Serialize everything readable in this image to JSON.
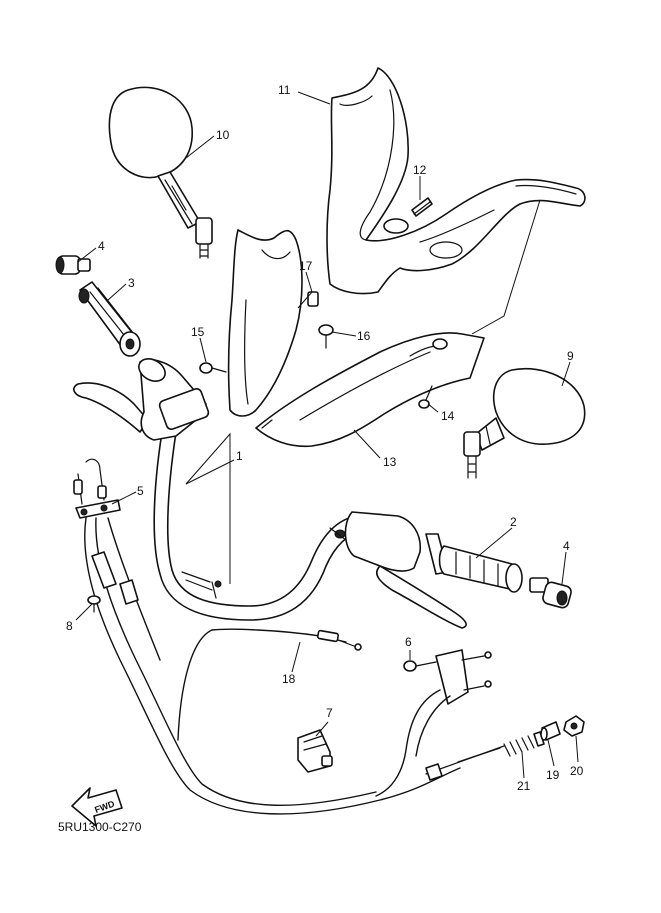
{
  "diagram": {
    "callouts": [
      {
        "id": "1",
        "label": "1"
      },
      {
        "id": "2",
        "label": "2"
      },
      {
        "id": "3",
        "label": "3"
      },
      {
        "id": "4a",
        "label": "4"
      },
      {
        "id": "4b",
        "label": "4"
      },
      {
        "id": "5",
        "label": "5"
      },
      {
        "id": "6",
        "label": "6"
      },
      {
        "id": "7",
        "label": "7"
      },
      {
        "id": "8",
        "label": "8"
      },
      {
        "id": "9",
        "label": "9"
      },
      {
        "id": "10",
        "label": "10"
      },
      {
        "id": "11",
        "label": "11"
      },
      {
        "id": "12",
        "label": "12"
      },
      {
        "id": "13",
        "label": "13"
      },
      {
        "id": "14",
        "label": "14"
      },
      {
        "id": "15",
        "label": "15"
      },
      {
        "id": "16",
        "label": "16"
      },
      {
        "id": "17",
        "label": "17"
      },
      {
        "id": "18",
        "label": "18"
      },
      {
        "id": "19",
        "label": "19"
      },
      {
        "id": "20",
        "label": "20"
      },
      {
        "id": "21",
        "label": "21"
      }
    ],
    "fwd_label": "FWD",
    "diagram_code": "5RU1300-C270"
  }
}
